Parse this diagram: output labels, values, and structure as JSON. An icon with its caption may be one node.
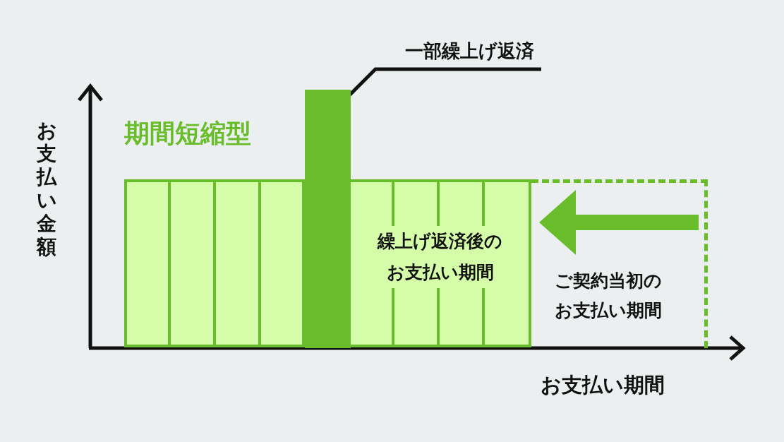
{
  "diagram": {
    "nodes": [
      {
        "text": [
          "一部繰上げ返済"
        ]
      },
      {
        "text": [],
        "shape": "bar"
      },
      {
        "text": [
          "ご契約当初のお支払い期間"
        ]
      },
      {
        "text": [
          "繰上げ返済後のお支払い期間"
        ]
      }
    ],
    "edges": [
      {
        "from": 0,
        "to": 1,
        "arrow": "none"
      },
      {
        "from": 2,
        "to": 3,
        "arrow": "to",
        "style": "thick",
        "color": "#6abd2a"
      }
    ],
    "labels": [
      "期間短縮型",
      "お支払い金額",
      "お支払い期間"
    ]
  }
}
